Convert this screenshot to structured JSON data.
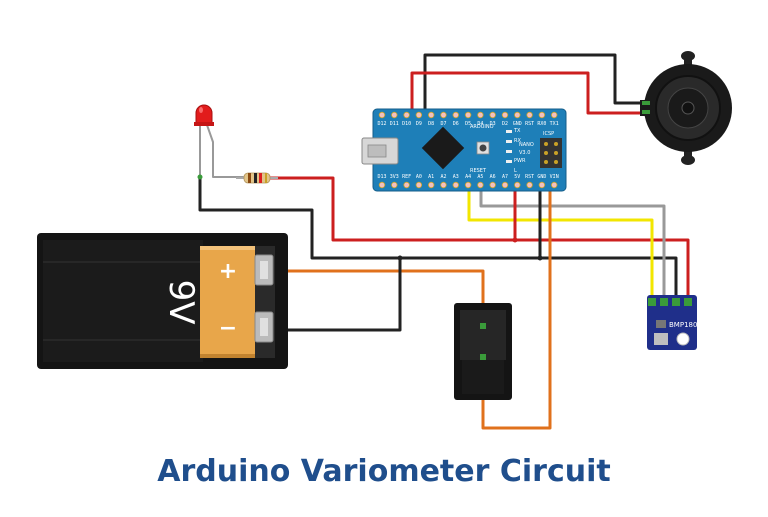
{
  "caption": "Arduino Variometer Circuit",
  "battery": {
    "label": "9V",
    "plus": "+",
    "minus": "−"
  },
  "arduino": {
    "top_pins": [
      "D12",
      "D11",
      "D10",
      "D9",
      "D8",
      "D7",
      "D6",
      "D5",
      "D4",
      "D3",
      "D2",
      "GND",
      "RST",
      "RX0",
      "TX1"
    ],
    "bottom_pins": [
      "D13",
      "3V3",
      "REF",
      "A0",
      "A1",
      "A2",
      "A3",
      "A4",
      "A5",
      "A6",
      "A7",
      "5V",
      "RST",
      "GND",
      "VIN"
    ],
    "brand": "ARDUINO",
    "model": "NANO",
    "version": "V3.0",
    "icsp": "ICSP",
    "tx_label": "TX",
    "rx_label": "RX",
    "pwr_label": "PWR",
    "l_label": "L",
    "reset_label": "RESET"
  },
  "sensor": {
    "label": "BMP180"
  },
  "colors": {
    "wire_red": "#cc1f1f",
    "wire_black": "#222222",
    "wire_yellow": "#f2e600",
    "wire_gray": "#999999",
    "wire_orange": "#e0711c",
    "board_blue": "#1e7fb8",
    "sensor_blue": "#1f2f8a",
    "caption_blue": "#1f4e8c",
    "battery_gold": "#e8a64a"
  }
}
